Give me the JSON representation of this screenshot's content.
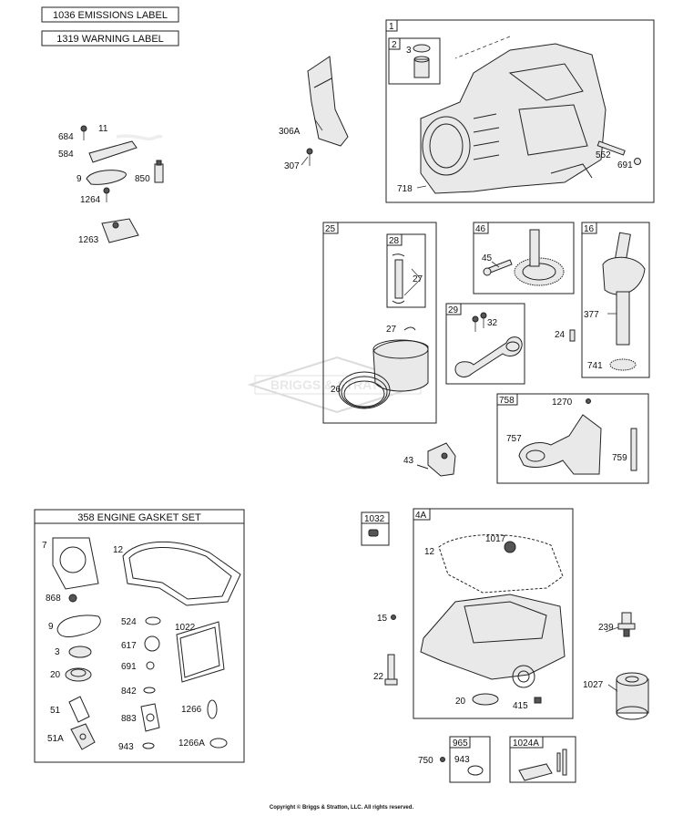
{
  "labels_top": [
    "1036 EMISSIONS LABEL",
    "1319 WARNING LABEL"
  ],
  "watermark": "BRIGGS & STRATTON",
  "gasket_set_title": "358 ENGINE GASKET SET",
  "boxes": {
    "b1": "1",
    "b2": "2",
    "b25": "25",
    "b28": "28",
    "b46": "46",
    "b16": "16",
    "b29": "29",
    "b758": "758",
    "b1032": "1032",
    "b4a": "4A",
    "b965": "965",
    "b1024a": "1024A"
  },
  "callouts": {
    "c684": "684",
    "c11": "11",
    "c584": "584",
    "c9a": "9",
    "c850": "850",
    "c1264": "1264",
    "c1263": "1263",
    "c306a": "306A",
    "c307": "307",
    "c3a": "3",
    "c552": "552",
    "c691a": "691",
    "c718": "718",
    "c27a": "27",
    "c27b": "27",
    "c26": "26",
    "c45": "45",
    "c377": "377",
    "c24": "24",
    "c741": "741",
    "c32": "32",
    "c1270": "1270",
    "c757": "757",
    "c759": "759",
    "c43": "43",
    "g7": "7",
    "g12": "12",
    "g868": "868",
    "g9": "9",
    "g524": "524",
    "g1022": "1022",
    "g3": "3",
    "g617": "617",
    "g20": "20",
    "g691": "691",
    "g842": "842",
    "g51": "51",
    "g883": "883",
    "g1266": "1266",
    "g51a": "51A",
    "g943": "943",
    "g1266a": "1266A",
    "c12": "12",
    "c1017": "1017",
    "c15": "15",
    "c239": "239",
    "c22": "22",
    "c20": "20",
    "c415": "415",
    "c1027": "1027",
    "c750": "750",
    "c943": "943"
  },
  "copyright": "Copyright © Briggs & Stratton, LLC. All rights reserved."
}
